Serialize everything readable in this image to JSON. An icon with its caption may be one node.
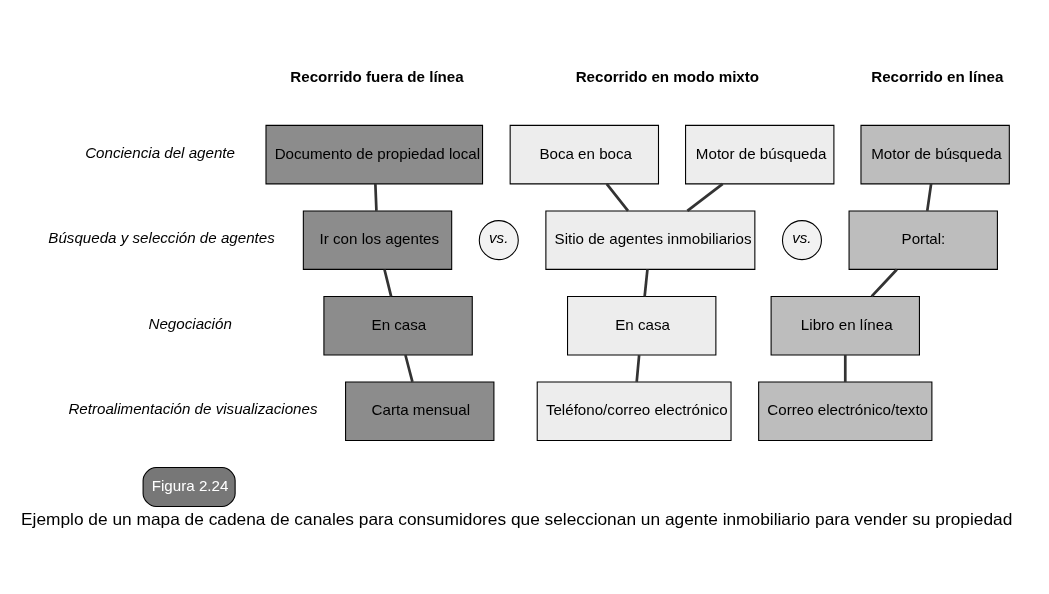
{
  "diagram": {
    "caption": "Ejemplo de un mapa de cadena de canales para consumidores que seleccionan un agente inmobiliario para vender su propiedad",
    "nodes": [
      {
        "text": [
          "Documento de propiedad local"
        ]
      },
      {
        "text": [
          "Ir con los agentes"
        ]
      },
      {
        "text": [
          "En casa"
        ]
      },
      {
        "text": [
          "Carta mensual"
        ]
      },
      {
        "text": [
          "Boca en boca"
        ]
      },
      {
        "text": [
          "Motor de búsqueda"
        ]
      },
      {
        "text": [
          "Sitio de agentes inmobiliarios"
        ]
      },
      {
        "text": [
          "En casa"
        ]
      },
      {
        "text": [
          "Teléfono/correo electrónico"
        ]
      },
      {
        "text": [
          "Motor de búsqueda"
        ]
      },
      {
        "text": [
          "Portal:"
        ]
      },
      {
        "text": [
          "Libro en línea"
        ]
      },
      {
        "text": [
          "Correo electrónico/texto"
        ]
      },
      {
        "text": [
          "vs."
        ]
      },
      {
        "text": [
          "vs."
        ]
      }
    ],
    "edges": [
      {
        "from": 0,
        "to": 1,
        "arrow": "none"
      },
      {
        "from": 1,
        "to": 2,
        "arrow": "none"
      },
      {
        "from": 2,
        "to": 3,
        "arrow": "none"
      },
      {
        "from": 4,
        "to": 6,
        "arrow": "none"
      },
      {
        "from": 5,
        "to": 6,
        "arrow": "none"
      },
      {
        "from": 6,
        "to": 7,
        "arrow": "none"
      },
      {
        "from": 7,
        "to": 8,
        "arrow": "none"
      },
      {
        "from": 9,
        "to": 10,
        "arrow": "none"
      },
      {
        "from": 10,
        "to": 11,
        "arrow": "none"
      },
      {
        "from": 11,
        "to": 12,
        "arrow": "none"
      }
    ],
    "labels": [
      "Recorrido fuera de línea",
      "Recorrido en modo mixto",
      "Recorrido en línea",
      "Conciencia del agente",
      "Búsqueda y selección de agentes",
      "Negociación",
      "Retroalimentación de visualizaciones",
      "Figura 2.24"
    ]
  }
}
